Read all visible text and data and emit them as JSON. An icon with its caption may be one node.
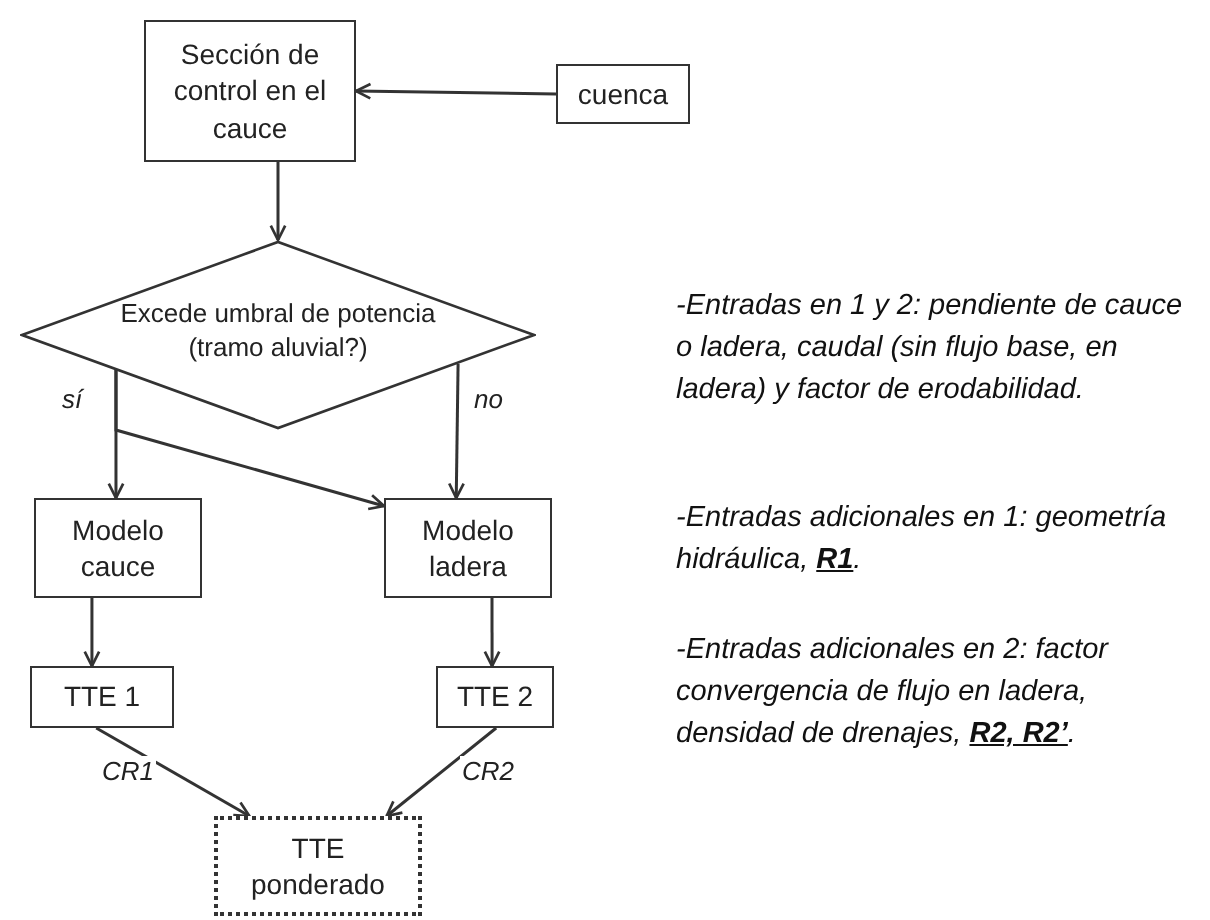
{
  "diagram": {
    "nodes": [
      {
        "text": [
          "Sección de control en el cauce"
        ]
      },
      {
        "text": [
          "cuenca"
        ]
      },
      {
        "text": [
          "Excede umbral de potencia (tramo aluvial?)"
        ]
      },
      {
        "text": [
          "Modelo cauce"
        ]
      },
      {
        "text": [
          "Modelo ladera"
        ]
      },
      {
        "text": [
          "TTE 1"
        ]
      },
      {
        "text": [
          "TTE 2"
        ]
      },
      {
        "text": [
          "TTE ponderado"
        ]
      }
    ],
    "edges": [
      {
        "from": 1,
        "to": 0,
        "arrow": "to"
      },
      {
        "from": 0,
        "to": 2,
        "arrow": "to"
      },
      {
        "from": 2,
        "to": 3,
        "arrow": "to",
        "label": "sí"
      },
      {
        "from": 2,
        "to": 4,
        "arrow": "to"
      },
      {
        "from": 2,
        "to": 4,
        "arrow": "to",
        "label": "no"
      },
      {
        "from": 3,
        "to": 5,
        "arrow": "to"
      },
      {
        "from": 4,
        "to": 6,
        "arrow": "to"
      },
      {
        "from": 5,
        "to": 7,
        "arrow": "to",
        "label": "CR1"
      },
      {
        "from": 6,
        "to": 7,
        "arrow": "to",
        "label": "CR2"
      }
    ],
    "labels": [
      "-Entradas en 1 y 2: pendiente de cauce o ladera, caudal (sin flujo base, en ladera) y factor de erodabilidad.",
      "-Entradas adicionales en 1: geometría hidráulica, **R1**.",
      "-Entradas adicionales en 2: factor convergencia de flujo en ladera, densidad de drenajes, **R2, R2’**."
    ]
  }
}
